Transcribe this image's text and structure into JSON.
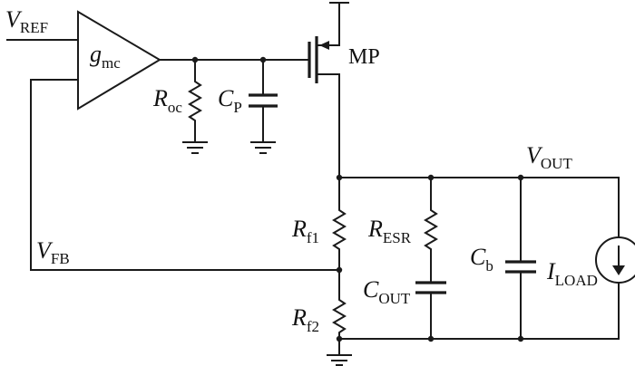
{
  "labels": {
    "vref_main": "V",
    "vref_sub": "REF",
    "gm_main": "g",
    "gm_sub": "mc",
    "roc_main": "R",
    "roc_sub": "oc",
    "cp_main": "C",
    "cp_sub": "P",
    "mp": "MP",
    "vout_main": "V",
    "vout_sub": "OUT",
    "vfb_main": "V",
    "vfb_sub": "FB",
    "rf1_main": "R",
    "rf1_sub": "f1",
    "rf2_main": "R",
    "rf2_sub": "f2",
    "resr_main": "R",
    "resr_sub": "ESR",
    "cout_main": "C",
    "cout_sub": "OUT",
    "cb_main": "C",
    "cb_sub": "b",
    "iload_main": "I",
    "iload_sub": "LOAD"
  },
  "colors": {
    "stroke": "#1a1a1a",
    "text": "#111111",
    "background": "#ffffff"
  }
}
